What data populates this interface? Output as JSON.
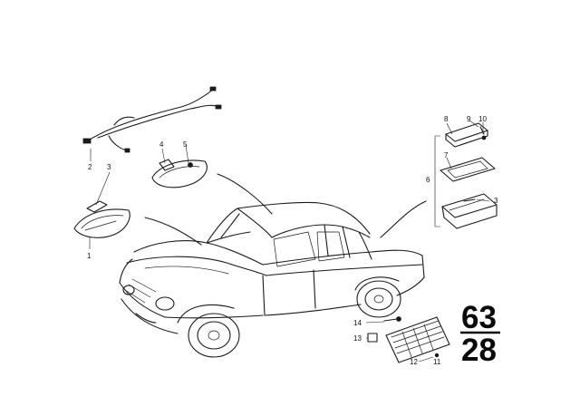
{
  "diagram": {
    "section_number": {
      "main": "63",
      "sub": "28"
    },
    "callouts": {
      "c1": "1",
      "c2": "2",
      "c3_left": "3",
      "c4": "4",
      "c5": "5",
      "c6": "6",
      "c7": "7",
      "c8": "8",
      "c9": "9",
      "c10": "10",
      "c3_right": "3",
      "c11": "11",
      "c12": "12",
      "c13": "13",
      "c14": "14"
    },
    "part_icons": {
      "car": "sedan-outline-icon",
      "harness": "wiring-harness-icon",
      "lamp": "interior-lamp-icon",
      "frame": "lamp-frame-icon",
      "grille": "lens-grille-icon",
      "bulb": "festoon-bulb-icon"
    }
  }
}
